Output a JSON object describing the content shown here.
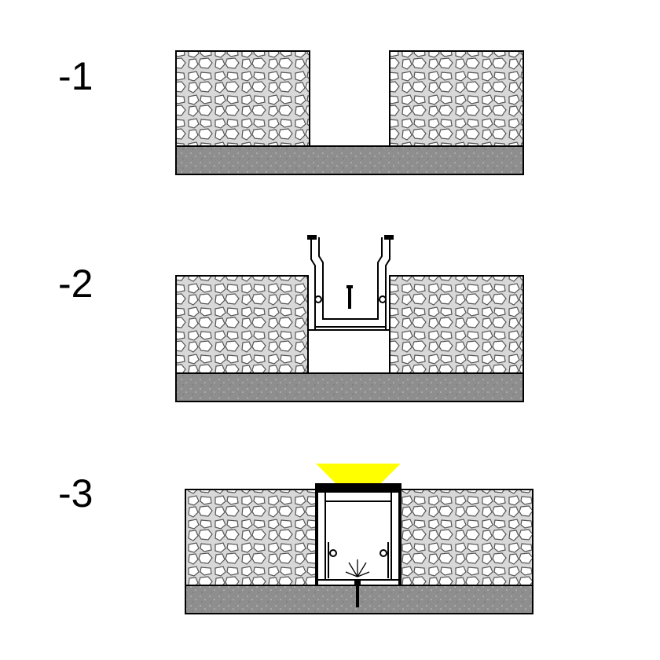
{
  "steps": [
    {
      "label": "-1"
    },
    {
      "label": "-2"
    },
    {
      "label": "-3"
    }
  ],
  "colors": {
    "stone_fill": "#d6d6d6",
    "stone_cell": "#ffffff",
    "stone_edge": "#4a4a4a",
    "base_fill": "#8c8c8c",
    "light_beam": "#ffff00",
    "outline": "#000000"
  }
}
